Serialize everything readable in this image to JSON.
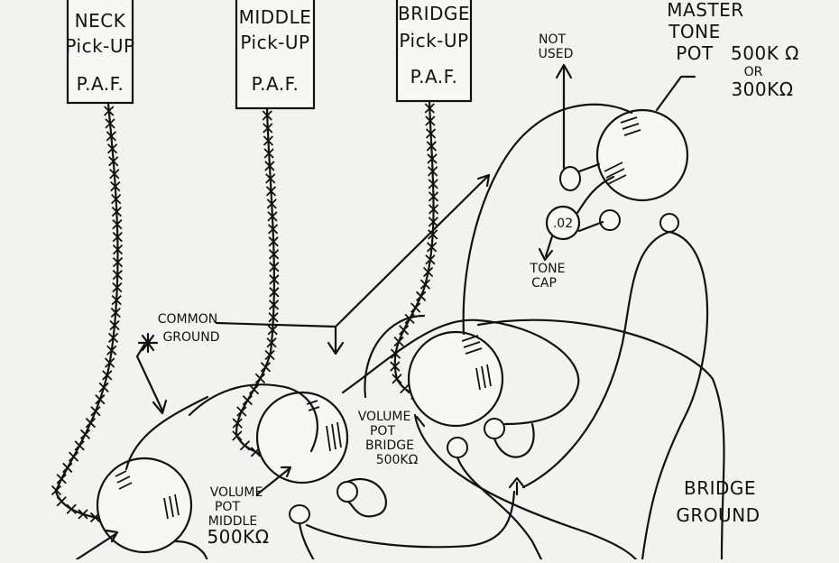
{
  "pickups": {
    "neck": {
      "line1": "NECK",
      "line2": "Pick-UP",
      "line3": "P.A.F."
    },
    "middle": {
      "line1": "MIDDLE",
      "line2": "Pick-UP",
      "line3": "P.A.F."
    },
    "bridge": {
      "line1": "BRIDGE",
      "line2": "Pick-UP",
      "line3": "P.A.F."
    }
  },
  "labels": {
    "master_tone": {
      "line1": "MASTER",
      "line2": "TONE",
      "line3": "POT",
      "value1": "500K Ω",
      "or": "OR",
      "value2": "300KΩ"
    },
    "not_used": {
      "line1": "NOT",
      "line2": "USED"
    },
    "tone_cap": {
      "line1": "TONE",
      "line2": "CAP",
      "value": ".02"
    },
    "common_ground": {
      "line1": "COMMON",
      "line2": "GROUND"
    },
    "volume_middle": {
      "line1": "VOLUME",
      "line2": "POT",
      "line3": "MIDDLE",
      "line4": "500KΩ"
    },
    "volume_bridge": {
      "line1": "VOLUME",
      "line2": "POT",
      "line3": "BRIDGE",
      "line4": "500KΩ"
    },
    "bridge_ground": {
      "line1": "BRIDGE",
      "line2": "GROUND"
    }
  }
}
